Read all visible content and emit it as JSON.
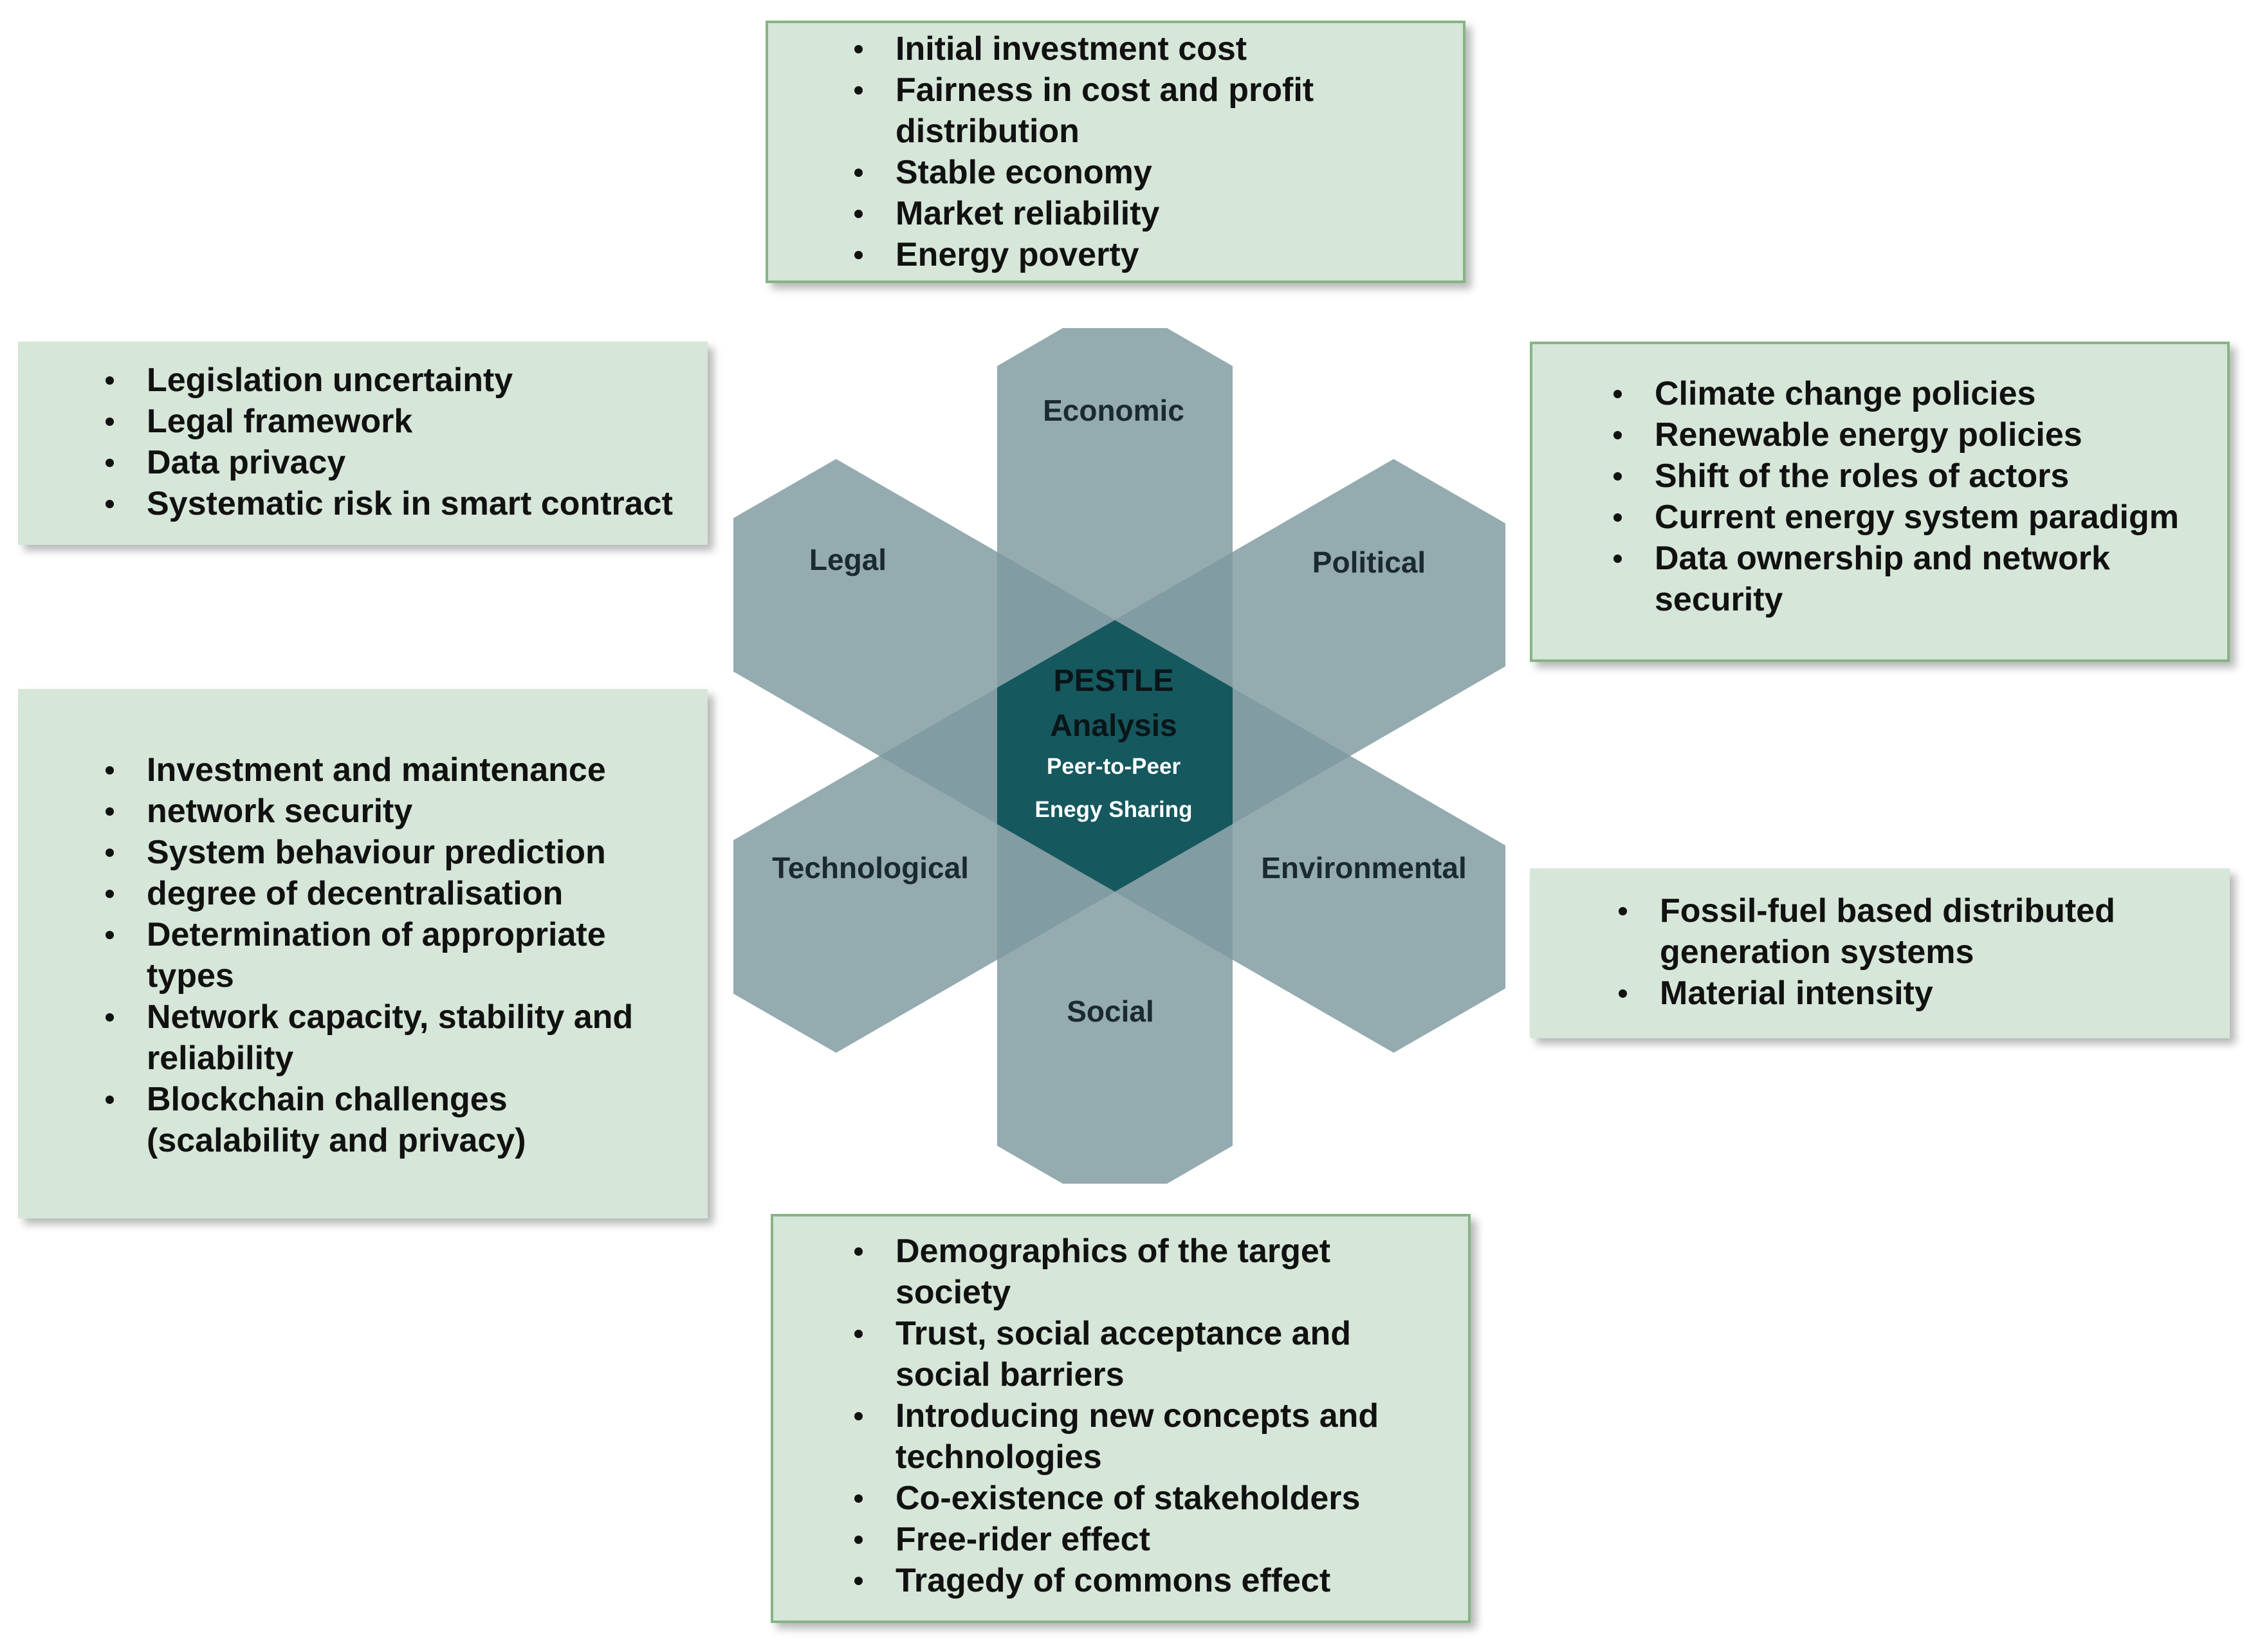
{
  "center": {
    "title_line1": "PESTLE",
    "title_line2": "Analysis",
    "subtitle_line1": "Peer-to-Peer",
    "subtitle_line2": "Enegy Sharing"
  },
  "petals": {
    "economic": "Economic",
    "political": "Political",
    "environmental": "Environmental",
    "social": "Social",
    "technological": "Technological",
    "legal": "Legal"
  },
  "colors": {
    "box_fill": "#d6e6d8",
    "box_border": "#86b486",
    "petal_fill": "#7c989f",
    "center_fill": "#15585e"
  },
  "boxes": {
    "economic": [
      "Initial investment cost",
      "Fairness in cost and profit distribution",
      "Stable economy",
      "Market reliability",
      "Energy poverty"
    ],
    "legal": [
      "Legislation uncertainty",
      "Legal framework",
      "Data privacy",
      "Systematic risk in smart contract"
    ],
    "political": [
      "Climate change policies",
      "Renewable energy policies",
      "Shift of the roles of actors",
      "Current energy system paradigm",
      "Data ownership and network security"
    ],
    "technological": [
      "Investment and maintenance",
      "network security",
      "System behaviour prediction",
      "degree of decentralisation",
      "Determination of appropriate types",
      "Network capacity, stability and reliability",
      "Blockchain challenges (scalability and privacy)"
    ],
    "environmental": [
      "Fossil-fuel based distributed generation systems",
      "Material intensity"
    ],
    "social": [
      "Demographics of the target society",
      "Trust, social acceptance and social barriers",
      "Introducing new concepts and technologies",
      "Co-existence of stakeholders",
      "Free-rider effect",
      "Tragedy of commons effect"
    ]
  }
}
